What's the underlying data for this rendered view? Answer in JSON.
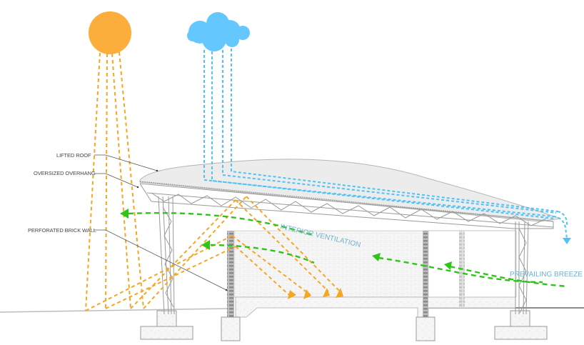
{
  "diagram": {
    "title": "Passive design section: lifted roof, overhang, perforated brick wall",
    "labels": {
      "lifted_roof": "LIFTED ROOF",
      "oversized_overhang": "OVERSIZED OVERHANG",
      "perforated_brick_wall": "PERFORATED BRICK WALL",
      "interior_ventilation": "INTERIOR VENTILATION",
      "prevailing_breeze": "PREVAILING BREEZE"
    },
    "elements": {
      "sun": "sun-icon",
      "cloud": "cloud-icon",
      "rain": "rain-lines",
      "sunlight": "sunlight-rays",
      "airflow": "airflow-arrows"
    },
    "colors": {
      "sun": "#fbae3c",
      "sun_rays": "#f5a623",
      "cloud": "#64c8ff",
      "rain": "#4fc3f7",
      "airflow": "#2ec41a",
      "annotation_blue": "#6fb3cc",
      "structure": "#9a9a9a",
      "roof_fill": "#ececec"
    }
  }
}
